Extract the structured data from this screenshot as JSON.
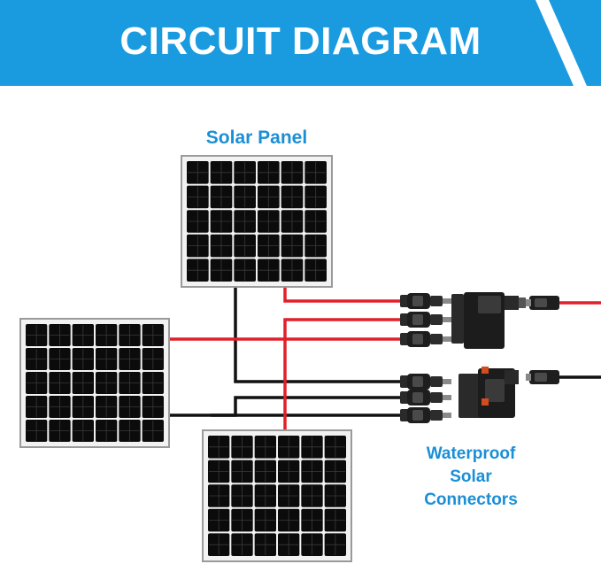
{
  "banner": {
    "title": "CIRCUIT DIAGRAM"
  },
  "labels": {
    "panel": "Solar Panel",
    "connectors_line1": "Waterproof",
    "connectors_line2": "Solar",
    "connectors_line3": "Connectors"
  },
  "colors": {
    "banner": "#1a9be0",
    "label": "#1a8fd6",
    "positive_wire": "#e0202a",
    "negative_wire": "#111111",
    "cell": "#0b0b0b",
    "panel_frame": "#9a9a9a"
  }
}
